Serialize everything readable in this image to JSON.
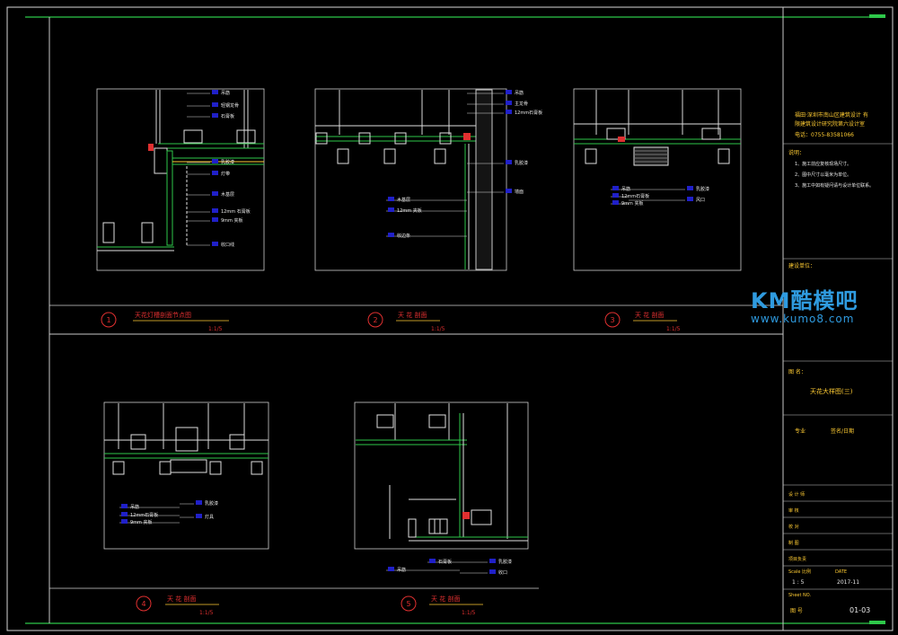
{
  "title_block": {
    "company_line1": "福田·深圳市南山区建筑设计 有",
    "company_line2": "限建筑设计研究院第六设计室",
    "phone": "电话：0755-83581066",
    "notes_heading": "说明：",
    "notes": [
      "1、施工前应复核现场尺寸。",
      "2、图中尺寸以毫米为单位。",
      "3、施工中如有疑问请与设计单位联系。"
    ],
    "approval_label": "建设单位：",
    "drawing_name_label": "图 名：",
    "drawing_name": "天花大样图(三)",
    "col_left": "专业",
    "col_right": "签名/日期",
    "roles": [
      "设 计 师",
      "审 核",
      "校 对",
      "制 图",
      "项目负责"
    ],
    "scale_label": "Scale 比例",
    "date_label": "DATE",
    "scale_value": "1 : 5",
    "date_value": "2017-11",
    "sheet_label": "Sheet NO.",
    "sheet_prefix": "图 号",
    "sheet_no": "01-03"
  },
  "watermark": {
    "brand": "KM酷模吧",
    "url": "www.kumo8.com"
  },
  "details": [
    {
      "num": "1",
      "title": "天花灯槽剖面节点图",
      "scale": "1:1/5"
    },
    {
      "num": "2",
      "title": "天 花 剖面",
      "scale": "1:1/5"
    },
    {
      "num": "3",
      "title": "天 花 剖面",
      "scale": "1:1/5"
    },
    {
      "num": "4",
      "title": "天 花 剖面",
      "scale": "1:1/5"
    },
    {
      "num": "5",
      "title": "天 花 剖面",
      "scale": "1:1/5"
    }
  ],
  "labels": {
    "d1": [
      "吊筋",
      "轻钢龙骨",
      "石膏板",
      "乳胶漆",
      "灯带",
      "木基层",
      "12mm 石膏板",
      "9mm 夹板",
      "收口线"
    ],
    "d2": [
      "吊筋",
      "主龙骨",
      "12mm石膏板",
      "乳胶漆",
      "墙面",
      "木基层",
      "12mm 夹板",
      "收边条"
    ],
    "d3": [
      "吊筋",
      "12mm石膏板",
      "9mm 夹板",
      "乳胶漆",
      "风口"
    ],
    "d4": [
      "吊筋",
      "12mm石膏板",
      "9mm 夹板",
      "乳胶漆",
      "灯具"
    ],
    "d5": [
      "吊筋",
      "石膏板",
      "乳胶漆",
      "收口"
    ]
  }
}
